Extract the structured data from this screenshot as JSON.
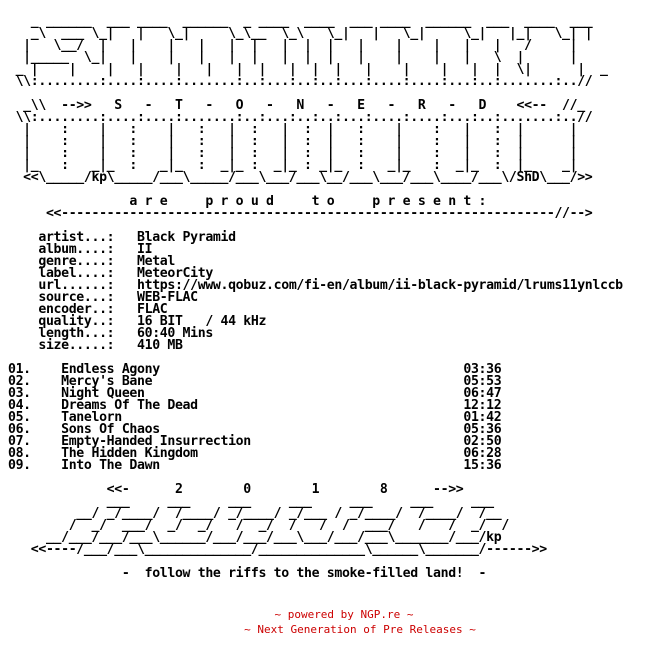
{
  "nfo": {
    "lines": [
      "",
      "   _ ______  ___ ____  ______  _ ____  ____  ___ ____  ______  ___  ____  ___",
      "   _\\  ___ \\_|   |   \\_|     \\_\\__  \\_\\   \\_|   |   \\_|     \\_|   |_|   \\_| |",
      "  |   \\__/  |   |    |   |   |  |   |  |  |   |    |    |   |   |   /     |",
      "  |_____  \\_|   |    |   |   |  |   |  |  |   |    |    |   |   \\  |      |",
      " _ |    |    |   |    |   |   |  |   |  |  |   |    |    |   |  |  \\|      |  _",
      " \\\\:........:....:....:.......:..:...:..:..:...:....:....:...:..:.......:..//",
      "",
      "  _\\\\  -->>   S   -   T   -   O   -   N   -   E   -   R   -   D    <<--  //_",
      " \\\\:........:....:....:.......:..:...:..:..:...:....:....:...:..:.......:..//",
      "  |    :    |   :    |   :   |  :   |  :  |   :    |    :   |   :  |      |",
      "  |    :    |   :    |   :   |  :   |  :  |   :    |    :   |   :  |      |",
      "  |    :    |   :    |   :   |  :   |  :  |   :    |    :   |   :  |      |",
      "  |_   :   _|_  :   _|_  :  _|_ :  _|_ : _|_  :   _|_   :  _|_  :  |_    _|",
      "  <<\\_____/kp\\_____/___\\_____/___\\___/___\\__/___\\___/___\\____/___\\/ShD\\___/>>",
      "",
      "                a r e     p r o u d     t o     p r e s e n t :",
      "     <<-----------------------------------------------------------------//-->",
      "",
      "    artist...:   Black Pyramid",
      "    album....:   II",
      "    genre....:   Metal",
      "    label....:   MeteorCity",
      "    url......:   https://www.qobuz.com/fi-en/album/ii-black-pyramid/lrums11ynlccb",
      "    source...:   WEB-FLAC",
      "    encoder..:   FLAC",
      "    quality..:   16 BIT   / 44 kHz",
      "    length...:   60:40 Mins",
      "    size.....:   410 MB",
      "",
      "01.    Endless Agony                                        03:36",
      "02.    Mercy's Bane                                         05:53",
      "03.    Night Queen                                          06:47",
      "04.    Dreams Of The Dead                                   12:12",
      "05.    Tanelorn                                             01:42",
      "06.    Sons Of Chaos                                        05:36",
      "07.    Empty-Handed Insurrection                            02:50",
      "08.    The Hidden Kingdom                                   06:28",
      "09.    Into The Dawn                                        15:36",
      "",
      "             <<-      2        0        1        8      -->>",
      "             ___     ___     ___     ___     ___     ___     ___",
      "         __/ _/____/  /____/ _/____/ _/___ / _/____/  /____/  /__",
      "        /  _/  ___/  _/  _/   /  _/  /   /  /  ___/   /   /  _/  /",
      "     __/___/___/___\\______/___/___/___\\___/___/___\\_______/___/kp",
      "   <<----/___/___\\______________/______________\\______\\_______/------>>",
      "",
      "               -  follow the riffs to the smoke-filled land!  -"
    ]
  },
  "footer": {
    "line1": "~ powered by NGP.re ~",
    "line2": "~ Next Generation of Pre Releases ~"
  }
}
